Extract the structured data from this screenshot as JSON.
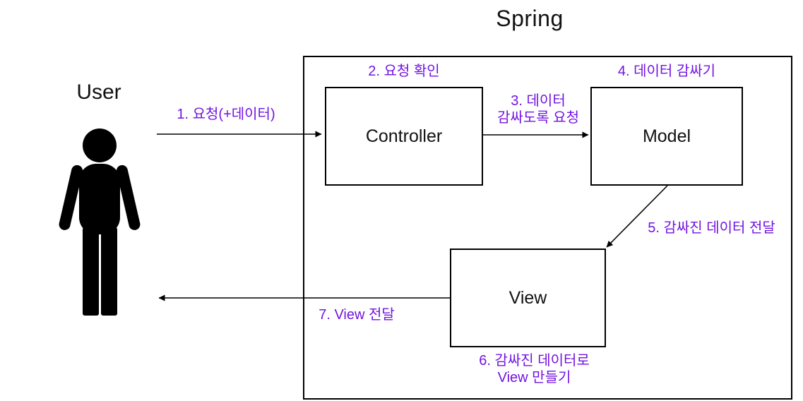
{
  "title": "Spring",
  "actor": {
    "label": "User"
  },
  "boxes": {
    "controller": "Controller",
    "model": "Model",
    "view": "View"
  },
  "steps": {
    "s1": {
      "label": "1. 요청(+데이터)"
    },
    "s2": {
      "label": "2. 요청 확인"
    },
    "s3": {
      "line1": "3. 데이터",
      "line2": "감싸도록 요청"
    },
    "s4": {
      "label": "4. 데이터 감싸기"
    },
    "s5": {
      "label": "5. 감싸진 데이터 전달"
    },
    "s6": {
      "line1": "6. 감싸진 데이터로",
      "line2": "View 만들기"
    },
    "s7": {
      "label": "7. View 전달"
    }
  },
  "colors": {
    "step_label": "#7213E0",
    "line": "#000000",
    "box_border": "#000000",
    "background": "#FFFFFF",
    "text": "#111111"
  },
  "icons": {
    "actor": "person-icon"
  }
}
